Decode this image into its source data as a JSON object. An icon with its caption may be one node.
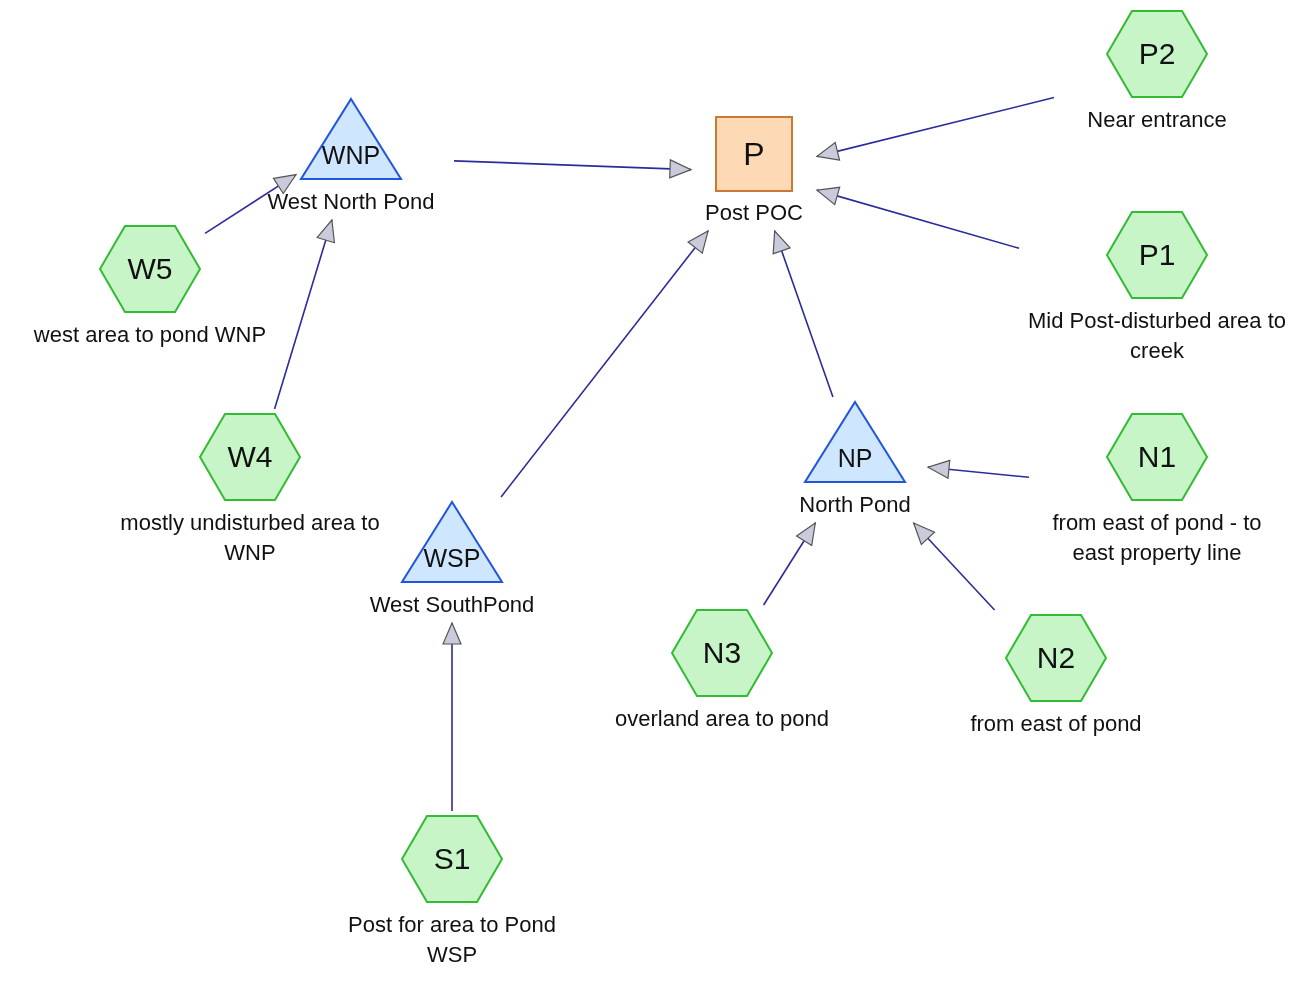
{
  "diagram": {
    "nodes": [
      {
        "text": [
          "P2"
        ],
        "beside": [
          "Near entrance"
        ]
      },
      {
        "text": [
          "WNP"
        ],
        "beside": [
          "West North Pond"
        ]
      },
      {
        "text": [
          "P"
        ],
        "beside": [
          "Post POC"
        ]
      },
      {
        "text": [
          "W5"
        ],
        "beside": [
          "west area to pond WNP"
        ]
      },
      {
        "text": [
          "P1"
        ],
        "beside": [
          "Mid Post-disturbed area to creek"
        ]
      },
      {
        "text": [
          "W4"
        ],
        "beside": [
          "mostly undisturbed area to WNP"
        ]
      },
      {
        "text": [
          "NP"
        ],
        "beside": [
          "North Pond"
        ]
      },
      {
        "text": [
          "N1"
        ],
        "beside": [
          "from east of pond - to east property line"
        ]
      },
      {
        "text": [
          "WSP"
        ],
        "beside": [
          "West SouthPond"
        ]
      },
      {
        "text": [
          "N3"
        ],
        "beside": [
          "overland area to pond"
        ]
      },
      {
        "text": [
          "N2"
        ],
        "beside": [
          "from east of pond"
        ]
      },
      {
        "text": [
          "S1"
        ],
        "beside": [
          "Post for area to Pond WSP"
        ]
      }
    ],
    "edges": [
      {
        "from": 1,
        "to": 2,
        "arrow": "to"
      },
      {
        "from": 0,
        "to": 2,
        "arrow": "to"
      },
      {
        "from": 4,
        "to": 2,
        "arrow": "to"
      },
      {
        "from": 3,
        "to": 1,
        "arrow": "to"
      },
      {
        "from": 5,
        "to": 1,
        "arrow": "to"
      },
      {
        "from": 8,
        "to": 2,
        "arrow": "to"
      },
      {
        "from": 6,
        "to": 2,
        "arrow": "to"
      },
      {
        "from": 7,
        "to": 6,
        "arrow": "to"
      },
      {
        "from": 9,
        "to": 6,
        "arrow": "to"
      },
      {
        "from": 10,
        "to": 6,
        "arrow": "to"
      },
      {
        "from": 11,
        "to": 8,
        "arrow": "to"
      }
    ]
  }
}
